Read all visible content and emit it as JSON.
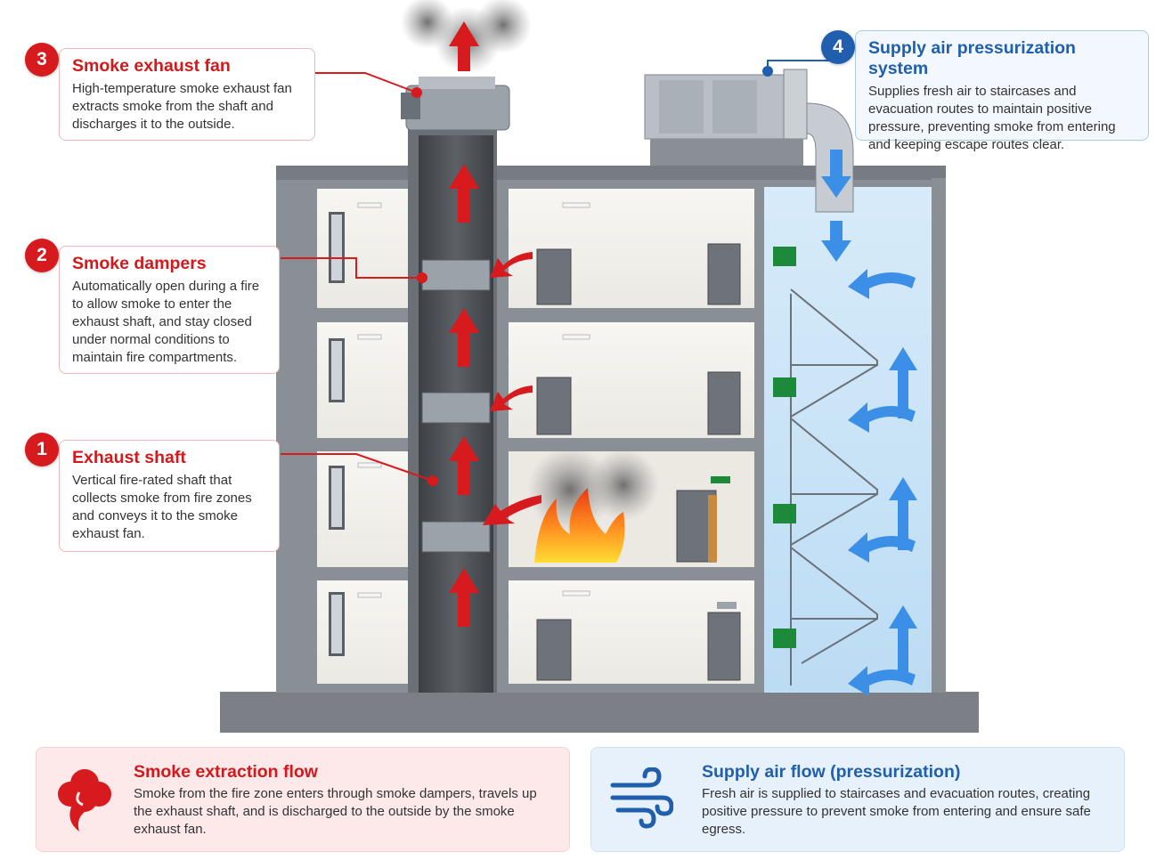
{
  "callouts": [
    {
      "number": "3",
      "title": "Smoke exhaust fan",
      "text": "High-temperature smoke exhaust fan extracts smoke from the shaft and discharges it to the outside."
    },
    {
      "number": "2",
      "title": "Smoke dampers",
      "text": "Automatically open during a fire to allow smoke to enter the exhaust shaft, and stay closed under normal conditions to maintain fire compartments."
    },
    {
      "number": "1",
      "title": "Exhaust shaft",
      "text": "Vertical fire-rated shaft that collects smoke from fire zones and conveys it to the smoke exhaust fan."
    },
    {
      "number": "4",
      "title": "Supply air pressurization system",
      "text": "Supplies fresh air to staircases and evacuation routes to maintain positive pressure, preventing smoke from entering and keeping escape routes clear."
    }
  ],
  "legend": {
    "smoke": {
      "title": "Smoke extraction flow",
      "text": "Smoke from the fire zone enters through smoke dampers, travels up the exhaust shaft, and is discharged to the outside by the smoke exhaust fan.",
      "icon": "smoke-cloud-icon"
    },
    "supply": {
      "title": "Supply air flow (pressurization)",
      "text": "Fresh air is supplied to staircases and evacuation routes, creating positive pressure to prevent smoke from entering and ensure safe egress.",
      "icon": "wind-icon"
    }
  },
  "colors": {
    "smoke_red": "#d61a1e",
    "supply_blue": "#1f5fae",
    "air_blue": "#3b8fe6",
    "exit_green": "#1c8a3a",
    "building_gray": "#8a8f96"
  }
}
